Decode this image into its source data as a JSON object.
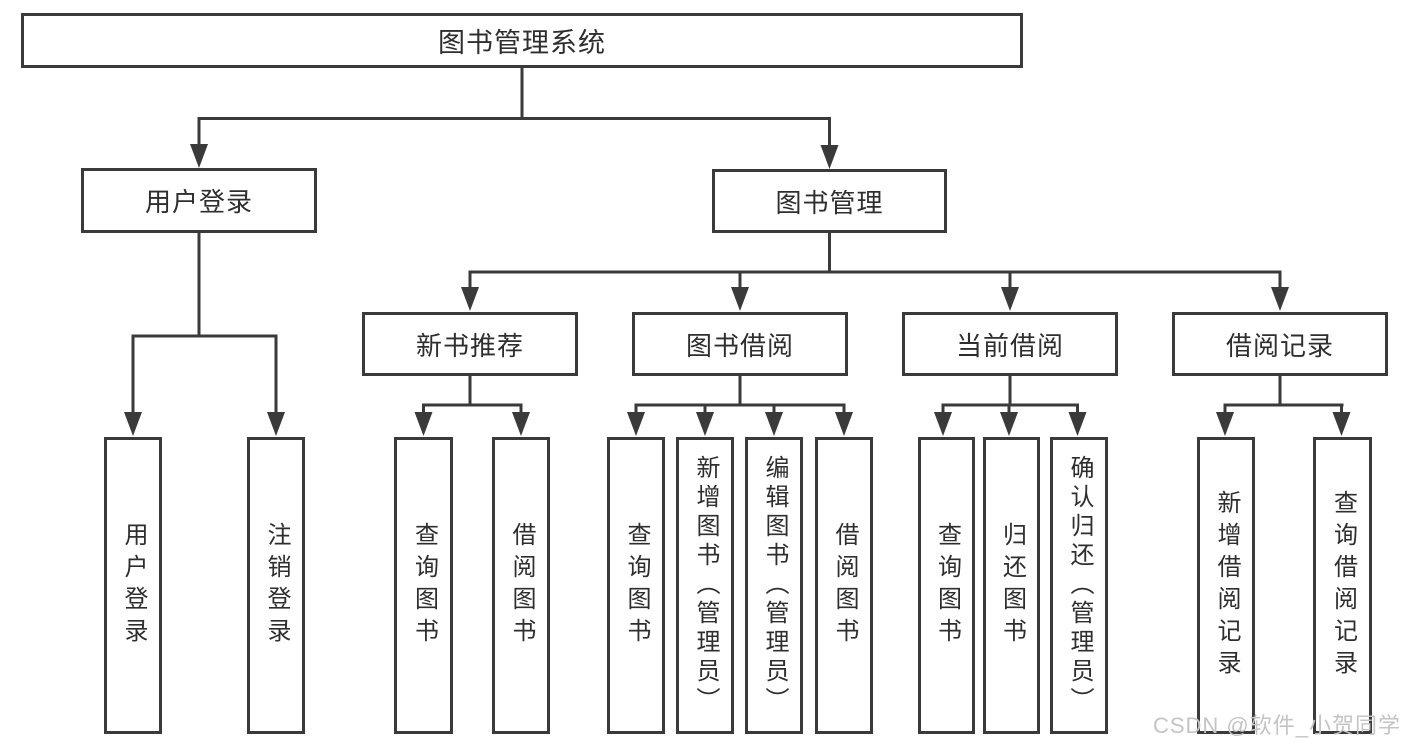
{
  "diagram": {
    "root": "图书管理系统",
    "level2": {
      "user_login": "用户登录",
      "book_mgmt": "图书管理"
    },
    "level3": {
      "new_book": "新书推荐",
      "borrow": "图书借阅",
      "current": "当前借阅",
      "records": "借阅记录"
    },
    "leaves": {
      "user_login": "用户登录",
      "logout": "注销登录",
      "nb_query": "查询图书",
      "nb_borrow": "借阅图书",
      "bb_query": "查询图书",
      "bb_add": "新增图书（管理员）",
      "bb_edit": "编辑图书（管理员）",
      "bb_borrow": "借阅图书",
      "cb_query": "查询图书",
      "cb_return": "归还图书",
      "cb_confirm": "确认归还（管理员）",
      "br_add": "新增借阅记录",
      "br_query": "查询借阅记录"
    },
    "watermark": "CSDN @软件_小贺同学",
    "colors": {
      "line": "#3a3a3a",
      "text": "#2e2e2e",
      "watermark": "#c4c4c4",
      "background": "#ffffff"
    }
  }
}
